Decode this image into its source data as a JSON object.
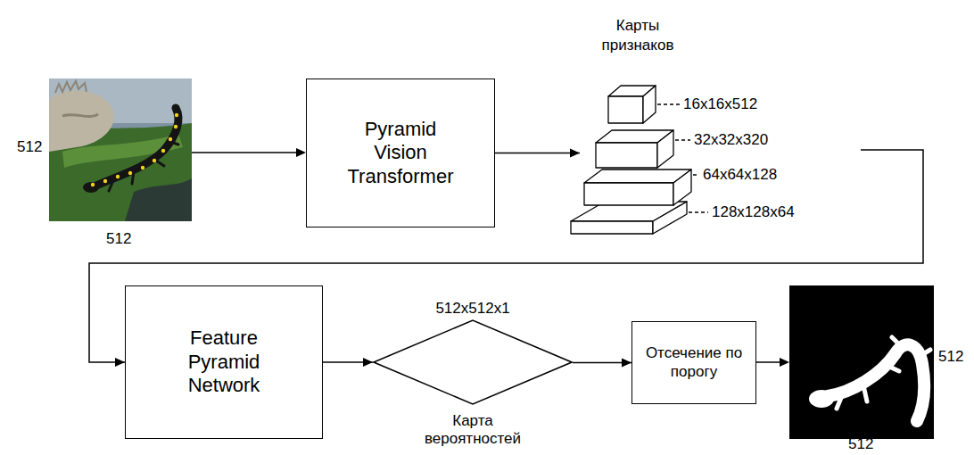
{
  "diagram": {
    "nodes": [
      {
        "text": [
          "Pyramid Vision Transformer"
        ]
      },
      {
        "text": [
          "Карты признаков"
        ]
      },
      {
        "text": [
          "Feature Pyramid Network"
        ]
      },
      {
        "text": [
          "512x512x1",
          "Карта вероятностей"
        ]
      },
      {
        "text": [
          "Отсечение по порогу"
        ]
      }
    ],
    "edges": [
      {
        "from": 0,
        "to": 1,
        "arrow": "to"
      },
      {
        "from": 1,
        "to": 2,
        "arrow": "to"
      },
      {
        "from": 2,
        "to": 3,
        "arrow": "to"
      },
      {
        "from": 3,
        "to": 4,
        "arrow": "to"
      }
    ],
    "labels": [
      "512",
      "512",
      "16x16x512",
      "32x32x320",
      "64x64x128",
      "128x128x64",
      "512",
      "512"
    ]
  }
}
